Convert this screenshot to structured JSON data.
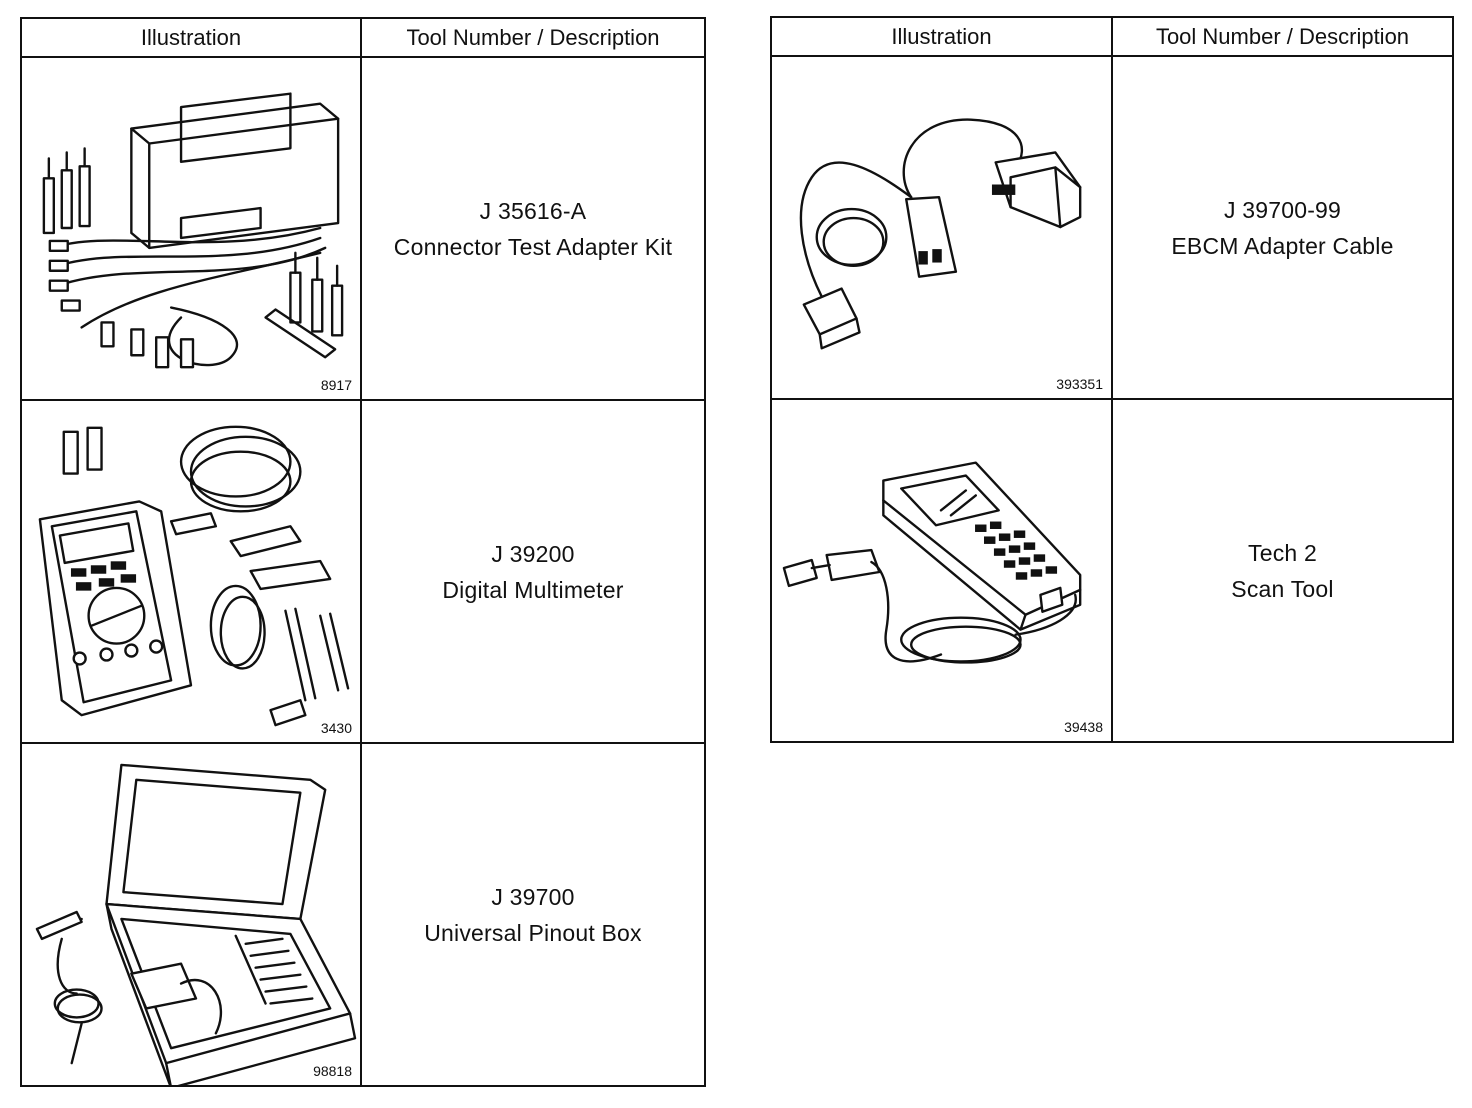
{
  "headers": {
    "illustration": "Illustration",
    "tool": "Tool Number / Description"
  },
  "left_rows": [
    {
      "figure": "8917",
      "number": "J 35616-A",
      "description": "Connector Test Adapter Kit"
    },
    {
      "figure": "3430",
      "number": "J 39200",
      "description": "Digital Multimeter"
    },
    {
      "figure": "98818",
      "number": "J 39700",
      "description": "Universal Pinout Box"
    }
  ],
  "right_rows": [
    {
      "figure": "393351",
      "number": "J 39700-99",
      "description": "EBCM Adapter Cable"
    },
    {
      "figure": "39438",
      "number": "Tech 2",
      "description": "Scan Tool"
    }
  ],
  "icons": [
    "adapter-kit-illustration",
    "multimeter-illustration",
    "pinout-box-illustration",
    "adapter-cable-illustration",
    "scan-tool-illustration"
  ]
}
